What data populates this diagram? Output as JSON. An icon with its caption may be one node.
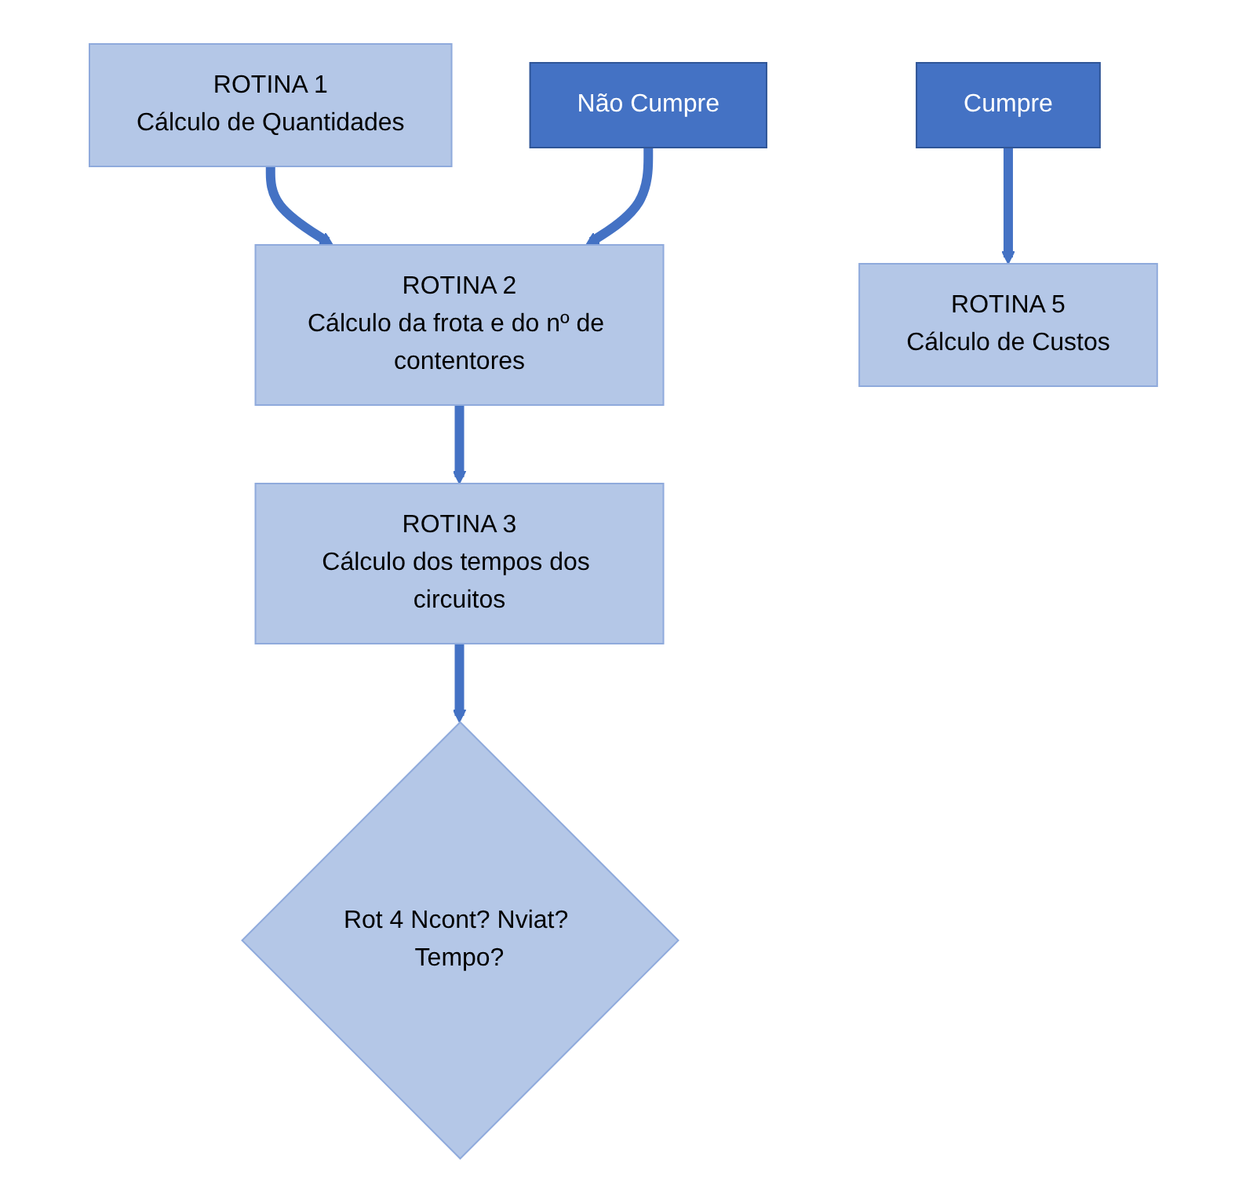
{
  "diagram": {
    "nodes": [
      {
        "text": [
          "ROTINA 1",
          "Cálculo de Quantidades"
        ]
      },
      {
        "text": [
          "ROTINA 2",
          "Cálculo da frota e do nº de contentores"
        ]
      },
      {
        "text": [
          "ROTINA 3",
          "Cálculo dos tempos dos circuitos"
        ]
      },
      {
        "text": [
          "Rot 4 Ncont? Nviat? Tempo?"
        ]
      },
      {
        "text": [
          "Não Cumpre"
        ]
      },
      {
        "text": [
          "Cumpre"
        ]
      },
      {
        "text": [
          "ROTINA 5",
          "Cálculo de Custos"
        ]
      }
    ],
    "edges": [
      {
        "from": 0,
        "to": 1,
        "arrow": "to"
      },
      {
        "from": 1,
        "to": 2,
        "arrow": "to"
      },
      {
        "from": 2,
        "to": 3,
        "arrow": "to"
      },
      {
        "from": 4,
        "to": 1,
        "arrow": "to"
      },
      {
        "from": 5,
        "to": 6,
        "arrow": "to"
      }
    ]
  }
}
